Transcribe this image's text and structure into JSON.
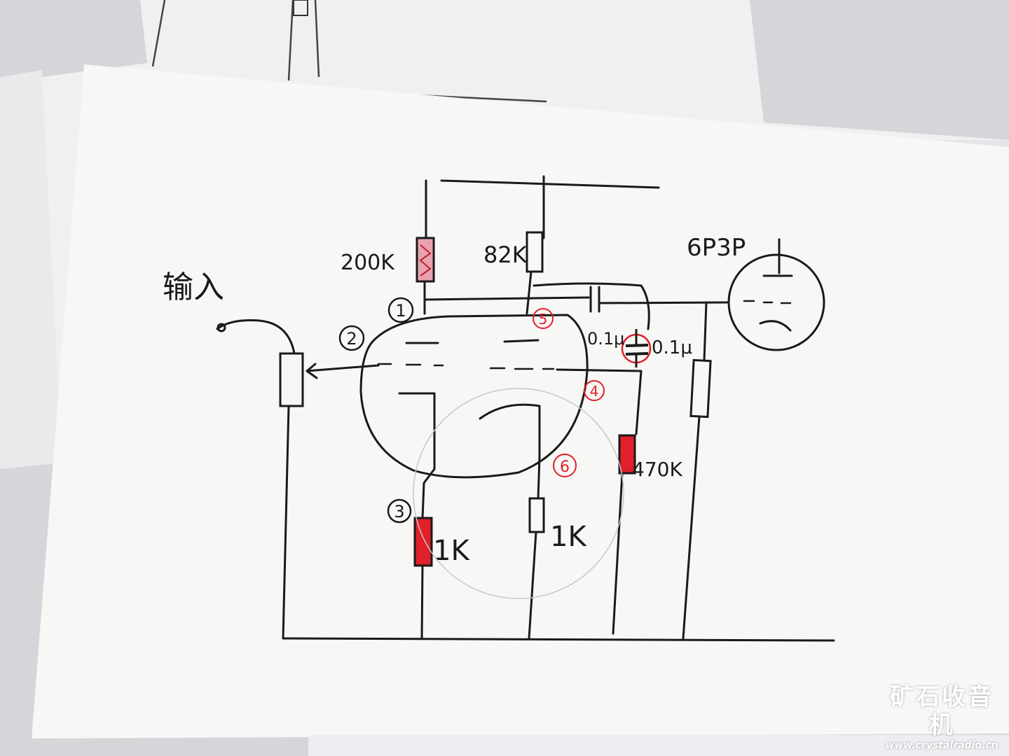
{
  "diagram": {
    "input_label": "输入",
    "tube_label": "6P3P",
    "resistors": {
      "plate1": "200K",
      "plate2": "82K",
      "cathode1": "1K",
      "cathode2": "1K",
      "grid_leak": "470K"
    },
    "capacitors": {
      "coupling_top": "0.1μ",
      "coupling_red": "0.1μ"
    },
    "pin_numbers": [
      "1",
      "2",
      "3",
      "4",
      "5",
      "6"
    ]
  },
  "watermark": {
    "title": "矿石收音机",
    "url": "www.crystalradio.cn"
  },
  "colors": {
    "ink": "#1a1a1a",
    "red_marker": "#e0202a",
    "resistor_fill": "#e8a2b0",
    "paper": "#f7f7f5",
    "background": "#d4d6d9"
  }
}
